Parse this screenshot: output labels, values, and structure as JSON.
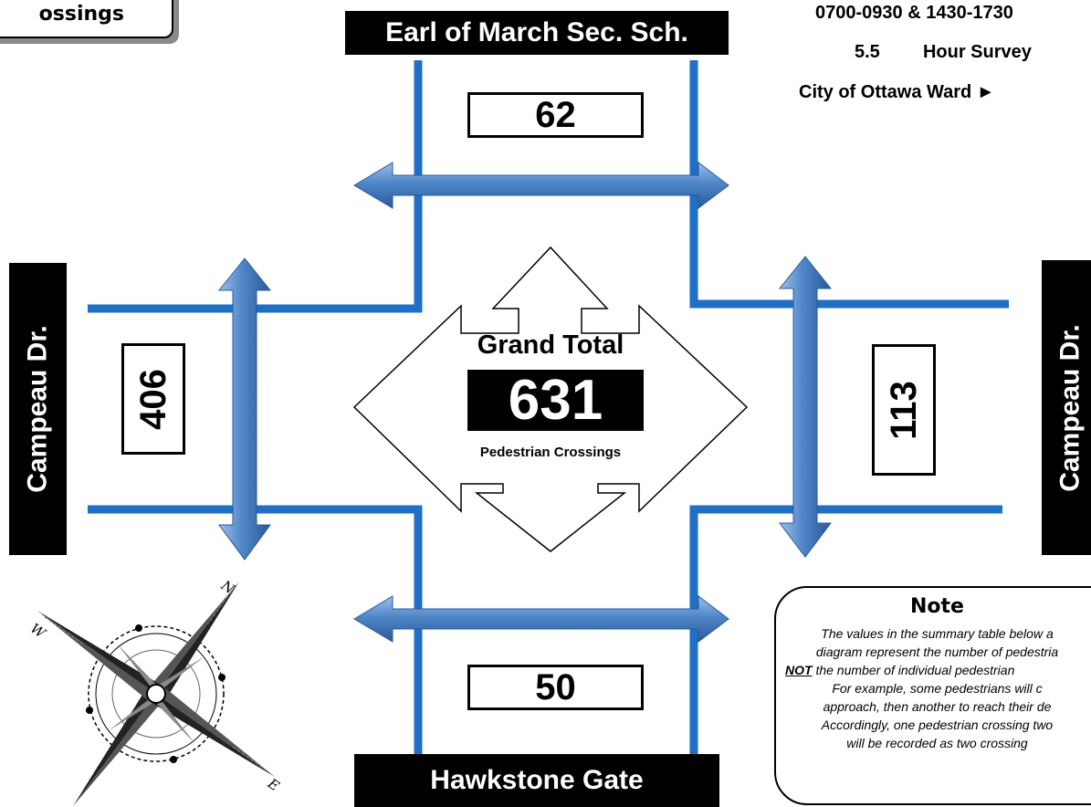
{
  "header": {
    "title_fragment": "ossings",
    "time_periods": "0700-0930 & 1430-1730",
    "survey_hours": "5.5",
    "survey_label": "Hour Survey",
    "ward_label": "City of Ottawa Ward ►"
  },
  "streets": {
    "north": "Earl of March Sec. Sch.",
    "south": "Hawkstone Gate",
    "west": "Campeau Dr.",
    "east": "Campeau Dr."
  },
  "counts": {
    "north": "62",
    "south": "50",
    "west": "406",
    "east": "113"
  },
  "grand_total": {
    "label": "Grand Total",
    "value": "631",
    "sublabel": "Pedestrian Crossings"
  },
  "compass": {
    "north": "N",
    "east": "E",
    "west": "W"
  },
  "note": {
    "title": "Note",
    "line1": "The values in the summary table below a",
    "line2": "diagram represent the number of pedestria",
    "line3_emph": "NOT",
    "line3_rest": " the number of individual pedestrian",
    "line4": "For example, some pedestrians will c",
    "line5": "approach, then another to reach their de",
    "line6": "Accordingly, one pedestrian crossing two",
    "line7": "will be recorded as two crossing"
  },
  "colors": {
    "road_line": "#1f6fc5",
    "arrow_fill": "#4f86c8",
    "label_bg": "#000000"
  }
}
